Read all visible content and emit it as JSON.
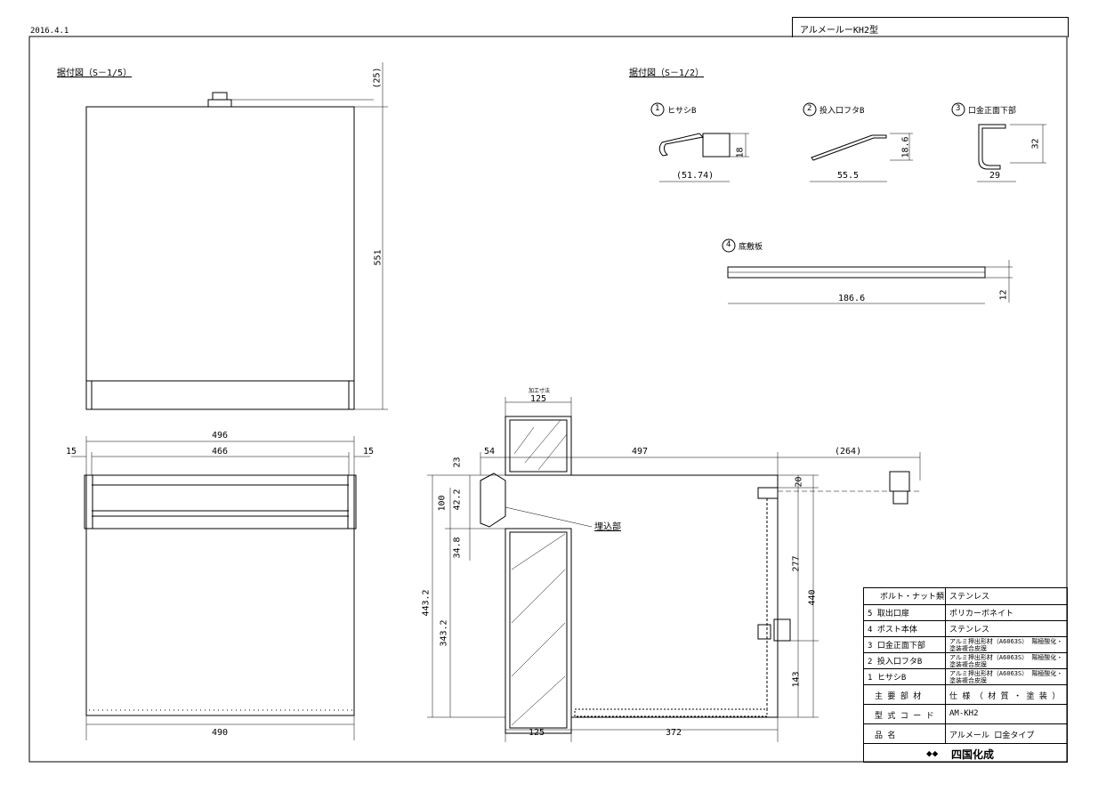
{
  "header": {
    "date": "2016.4.1",
    "model_title": "アルメールーKH2型"
  },
  "views": {
    "left_title": "据付図（S－1/5）",
    "right_title": "据付図（S－1/2）"
  },
  "details": {
    "d1": {
      "num": "1",
      "label": "ヒサシB",
      "w": "(51.74)",
      "h": "18"
    },
    "d2": {
      "num": "2",
      "label": "投入口フタB",
      "w": "55.5",
      "h": "18.6"
    },
    "d3": {
      "num": "3",
      "label": "口金正面下部",
      "w": "29",
      "h": "32"
    },
    "d4": {
      "num": "4",
      "label": "底敷板",
      "w": "186.6",
      "h": "12"
    }
  },
  "dims": {
    "front_top": "(25)",
    "front_height": "551",
    "plan_496": "496",
    "plan_466": "466",
    "plan_15a": "15",
    "plan_15b": "15",
    "plan_490": "490",
    "wall_note": "加工寸法",
    "wall_125_top": "125",
    "d54": "54",
    "d497": "497",
    "d264": "(264)",
    "d23": "23",
    "d100": "100",
    "d42": "42.2",
    "d34": "34.8",
    "d443": "443.2",
    "d343": "343.2",
    "d20": "20",
    "d277": "277",
    "d440": "440",
    "d143": "143",
    "wall_125_bot": "125",
    "d372": "372",
    "embed_note": "埋込部"
  },
  "title_block": {
    "rows": [
      {
        "part": "ボルト・ナット類",
        "spec": "ステンレス"
      },
      {
        "part": "5 取出口扉",
        "spec": "ポリカーボネイト"
      },
      {
        "part": "4 ポスト本体",
        "spec": "ステンレス"
      },
      {
        "part": "3 口金正面下部",
        "spec": "アルミ押出形材（A6063S） 陽極酸化・塗装複合皮膜"
      },
      {
        "part": "2 投入口フタB",
        "spec": "アルミ押出形材（A6063S） 陽極酸化・塗装複合皮膜"
      },
      {
        "part": "1 ヒサシB",
        "spec": "アルミ押出形材（A6063S） 陽極酸化・塗装複合皮膜"
      }
    ],
    "header_part": "主 要 部 材",
    "header_spec": "仕 様 （ 材 質 ・ 塗 装 ）",
    "code_label": "型 式 コ ー ド",
    "code_value": "AM-KH2",
    "name_label": "品 名",
    "name_value": "アルメール 口金タイプ",
    "company": "四国化成"
  }
}
